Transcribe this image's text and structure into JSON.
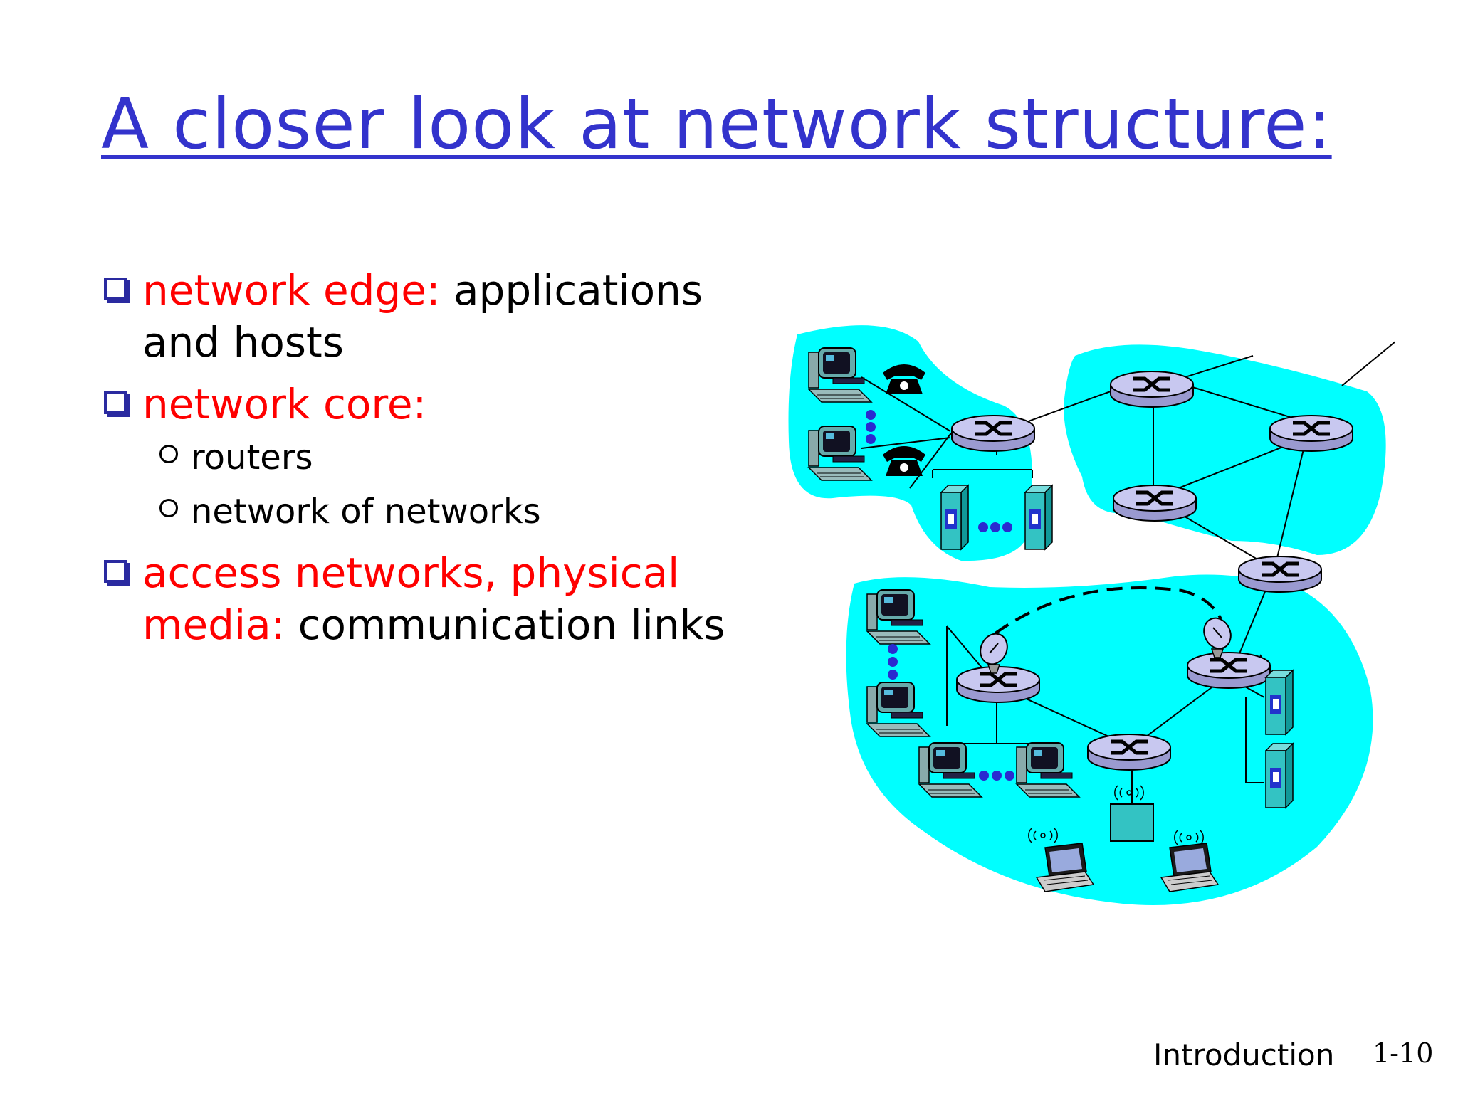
{
  "slide": {
    "title": "A closer look at network structure:",
    "bullets": [
      {
        "highlight": "network edge:",
        "rest": " applications and hosts",
        "sub": []
      },
      {
        "highlight": "network core:",
        "rest": "",
        "sub": [
          "routers",
          "network of networks"
        ]
      },
      {
        "highlight": "access networks, physical media:",
        "rest": " communication links",
        "sub": []
      }
    ],
    "footer": {
      "label": "Introduction",
      "page": "1-10"
    }
  },
  "colors": {
    "title": "#3333cc",
    "highlight": "#ff0000",
    "network_fill": "#00ffff",
    "router_fill": "#c8c8f0",
    "server_fill": "#33c3c3"
  }
}
